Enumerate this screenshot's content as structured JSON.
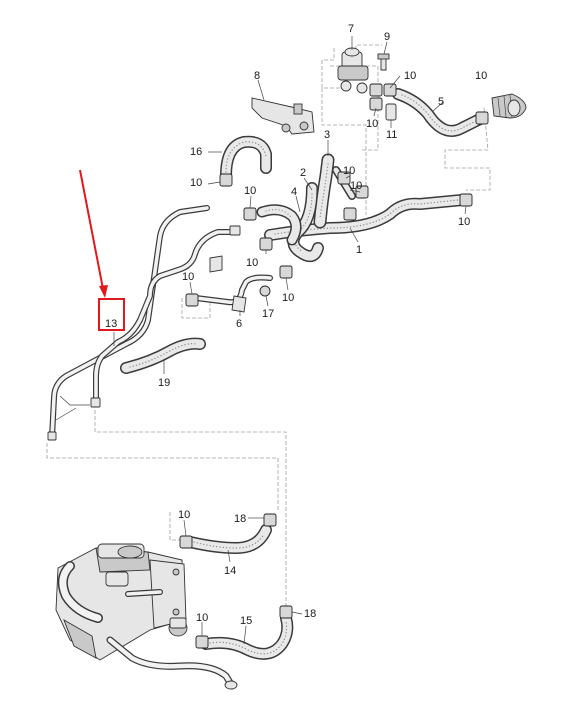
{
  "labels": {
    "p1": "1",
    "p2": "2",
    "p3": "3",
    "p4": "4",
    "p5": "5",
    "p6": "6",
    "p7": "7",
    "p8": "8",
    "p9": "9",
    "p10a": "10",
    "p10b": "10",
    "p10c": "10",
    "p10d": "10",
    "p10e": "10",
    "p10f": "10",
    "p10g": "10",
    "p10h": "10",
    "p10i": "10",
    "p10j": "10",
    "p10k": "10",
    "p10l": "10",
    "p10m": "10",
    "p11": "11",
    "p13": "13",
    "p14": "14",
    "p15": "15",
    "p16": "16",
    "p17": "17",
    "p18a": "18",
    "p18b": "18",
    "p19": "19"
  },
  "highlight": {
    "part": "13",
    "color": "#e0191e"
  }
}
